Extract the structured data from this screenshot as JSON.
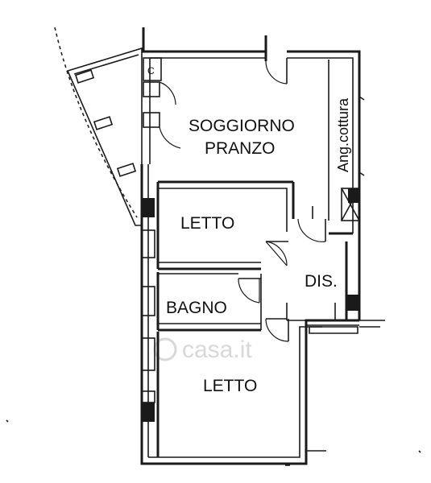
{
  "rooms": {
    "living": {
      "line1": "SOGGIORNO",
      "line2": "PRANZO"
    },
    "kitchen": "Ang.cottura",
    "bedroom1": "LETTO",
    "bathroom": "BAGNO",
    "hallway": "DIS.",
    "bedroom2": "LETTO",
    "closet": "C"
  },
  "watermark": "casa.it",
  "colors": {
    "walls": "#1a1a1a",
    "background": "#ffffff",
    "watermark": "#d8d8d8"
  }
}
